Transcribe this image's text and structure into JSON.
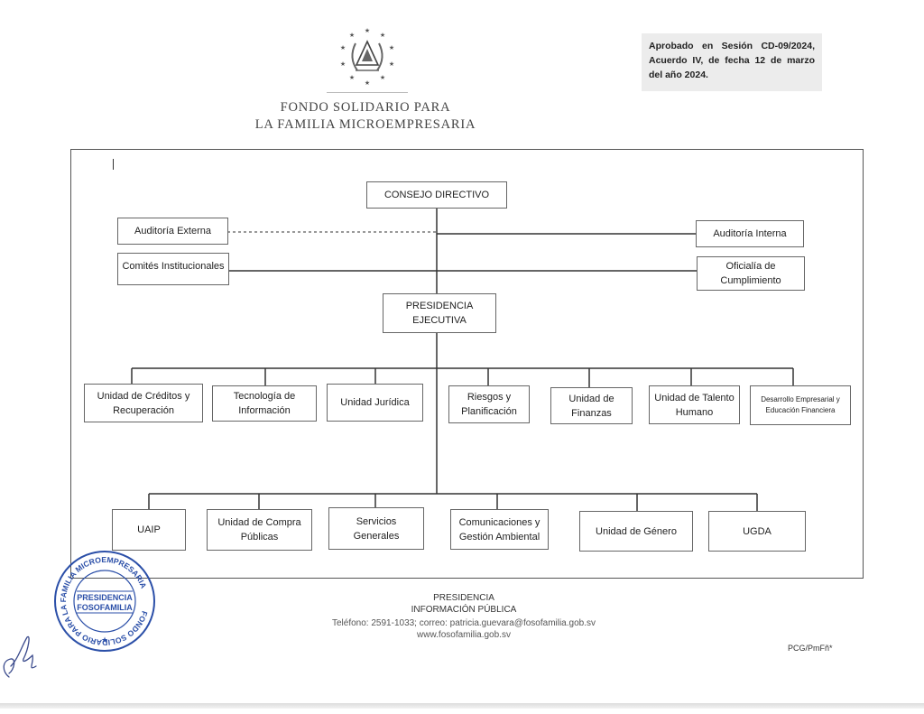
{
  "header": {
    "org_line_1": "FONDO SOLIDARIO PARA",
    "org_line_2": "LA FAMILIA MICROEMPRESARIA",
    "approval_note": "Aprobado en Sesión CD-09/2024, Acuerdo IV, de fecha 12 de marzo del año 2024."
  },
  "chart": {
    "board": "CONSEJO DIRECTIVO",
    "external_audit": "Auditoría Externa",
    "internal_audit": "Auditoría Interna",
    "committees": "Comités Institucionales",
    "compliance": "Oficialía de Cumplimiento",
    "presidency": "PRESIDENCIA EJECUTIVA",
    "tier_1": [
      "Unidad de Créditos y Recuperación",
      "Tecnología de Información",
      "Unidad Jurídica",
      "Riesgos y Planificación",
      "Unidad de Finanzas",
      "Unidad de Talento Humano",
      "Desarrollo Empresarial y Educación Financiera"
    ],
    "tier_2": [
      "UAIP",
      "Unidad de Compra Públicas",
      "Servicios Generales",
      "Comunicaciones y Gestión Ambiental",
      "Unidad de Género",
      "UGDA"
    ]
  },
  "stamp": {
    "ring_text": "FONDO SOLIDARIO PARA LA FAMILIA MICROEMPRESARIA",
    "line_1": "PRESIDENCIA",
    "line_2": "FOSOFAMILIA",
    "color": "#2b4fa8"
  },
  "footer": {
    "line_1": "PRESIDENCIA",
    "line_2": "INFORMACIÓN PÚBLICA",
    "contact": "Teléfono: 2591-1033; correo: patricia.guevara@fosofamilia.gob.sv",
    "website": "www.fosofamilia.gob.sv",
    "reference": "PCG/PmFñ*"
  }
}
